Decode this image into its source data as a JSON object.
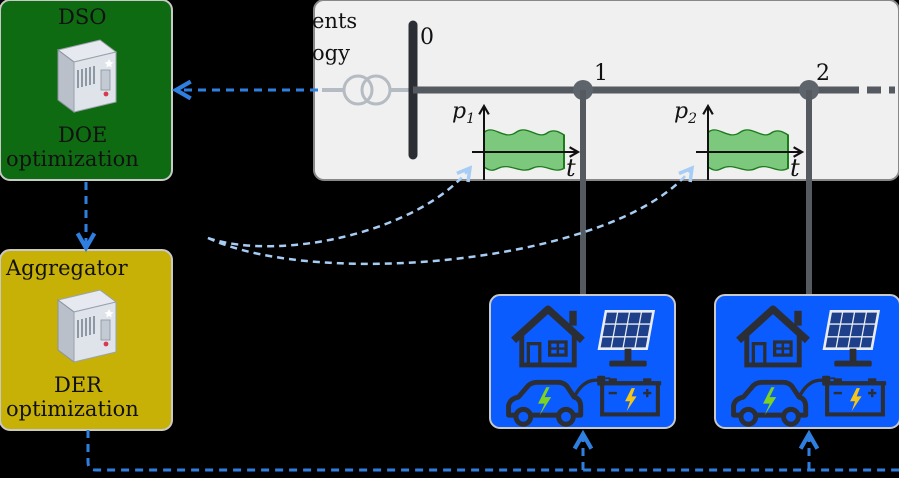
{
  "dso": {
    "title": "DSO",
    "subtitle_line1": "DOE",
    "subtitle_line2": "optimization",
    "fill": "#0f6b12"
  },
  "aggregator": {
    "title": "Aggregator",
    "subtitle_line1": "DER",
    "subtitle_line2": "optimization",
    "fill": "#c8b107"
  },
  "network": {
    "partial_text_line1": "ents",
    "partial_text_line2": "ogy",
    "buses": [
      "0",
      "1",
      "2"
    ],
    "power_labels": [
      {
        "p": "p",
        "sub": "1",
        "t": "t"
      },
      {
        "p": "p",
        "sub": "2",
        "t": "t"
      }
    ],
    "panel_fill": "#f0f0f0"
  },
  "prosumer": {
    "fill": "#0a5cff",
    "icons": [
      "house-icon",
      "solar-panel-icon",
      "electric-car-icon",
      "battery-icon"
    ]
  },
  "colors": {
    "arrow_dark": "#2f7fe0",
    "arrow_light": "#a8cdf5",
    "line": "#555a60",
    "wave_fill": "#7cc87c",
    "wave_stroke": "#1d7a1d"
  }
}
